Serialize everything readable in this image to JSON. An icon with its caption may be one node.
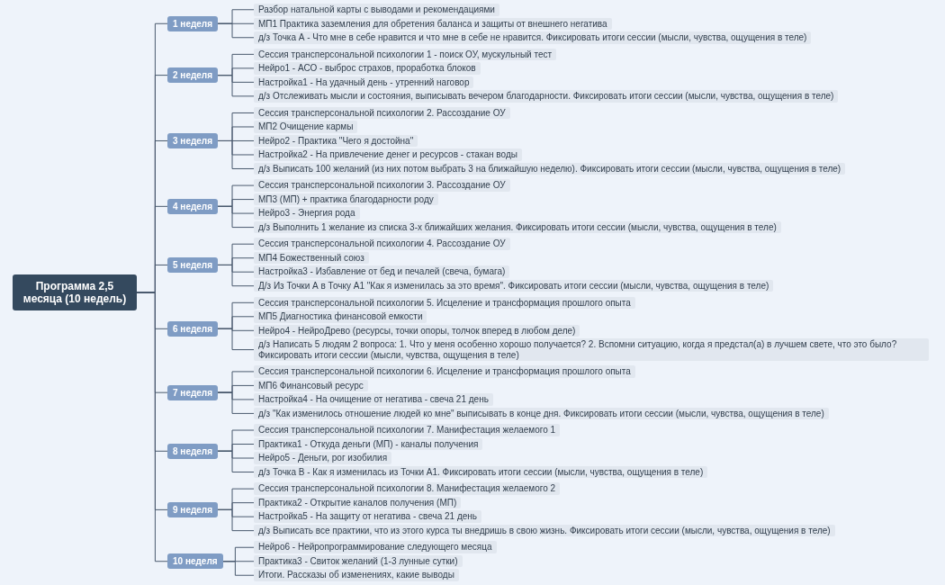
{
  "diagram": {
    "nodes": [
      {
        "text": [
          "Программа 2,5 месяца (10 недель)"
        ]
      },
      {
        "text": [
          "1 неделя"
        ]
      },
      {
        "text": [
          "Разбор натальной карты с выводами и рекомендациями"
        ]
      },
      {
        "text": [
          "МП1 Практика заземления для обретения баланса и защиты от внешнего негатива"
        ]
      },
      {
        "text": [
          "д/з Точка А - Что мне в себе нравится и что мне в себе не нравится. Фиксировать итоги сессии (мысли, чувства, ощущения в теле)"
        ]
      },
      {
        "text": [
          "2 неделя"
        ]
      },
      {
        "text": [
          "Сессия трансперсональной психологии 1 - поиск ОУ, мускульный тест"
        ]
      },
      {
        "text": [
          "Нейро1 - АСО - выброс страхов, проработка блоков"
        ]
      },
      {
        "text": [
          "Настройка1 - На удачный день - утренний наговор"
        ]
      },
      {
        "text": [
          "д/з Отслеживать мысли и состояния, выписывать вечером благодарности. Фиксировать итоги сессии (мысли, чувства, ощущения в теле)"
        ]
      },
      {
        "text": [
          "3 неделя"
        ]
      },
      {
        "text": [
          "Сессия трансперсональной психологии 2. Рассоздание ОУ"
        ]
      },
      {
        "text": [
          "МП2 Очищение кармы"
        ]
      },
      {
        "text": [
          "Нейро2 - Практика \"Чего я достойна\""
        ]
      },
      {
        "text": [
          "Настройка2 - На привлечение денег и ресурсов - стакан воды"
        ]
      },
      {
        "text": [
          "д/з Выписать 100 желаний (из них потом выбрать 3 на ближайшую неделю). Фиксировать итоги сессии (мысли, чувства, ощущения в теле)"
        ]
      },
      {
        "text": [
          "4 неделя"
        ]
      },
      {
        "text": [
          "Сессия трансперсональной психологии 3. Рассоздание ОУ"
        ]
      },
      {
        "text": [
          "МП3 (МП) + практика благодарности роду"
        ]
      },
      {
        "text": [
          "Нейро3 - Энергия рода"
        ]
      },
      {
        "text": [
          "д/з Выполнить 1 желание из списка 3-х ближайших желания. Фиксировать итоги сессии (мысли, чувства, ощущения в теле)"
        ]
      },
      {
        "text": [
          "5 неделя"
        ]
      },
      {
        "text": [
          "Сессия трансперсональной психологии 4. Рассоздание ОУ"
        ]
      },
      {
        "text": [
          "МП4 Божественный союз"
        ]
      },
      {
        "text": [
          "Настройка3 - Избавление от бед и печалей (свеча, бумага)"
        ]
      },
      {
        "text": [
          "Д/з Из Точки А в Точку А1 \"Как я изменилась за это время\". Фиксировать итоги сессии (мысли, чувства, ощущения в теле)"
        ]
      },
      {
        "text": [
          "6 неделя"
        ]
      },
      {
        "text": [
          "Сессия трансперсональной психологии 5. Исцеление и трансформация прошлого опыта"
        ]
      },
      {
        "text": [
          "МП5 Диагностика финансовой емкости"
        ]
      },
      {
        "text": [
          "Нейро4 - НейроДрево (ресурсы, точки опоры, толчок вперед в любом деле)"
        ]
      },
      {
        "text": [
          "д/з Написать 5 людям 2 вопроса: 1. Что у меня особенно хорошо получается? 2. Вспомни ситуацию, когда я предстал(а) в лучшем свете, что это было? Фиксировать итоги сессии (мысли, чувства, ощущения в теле)"
        ]
      },
      {
        "text": [
          "7 неделя"
        ]
      },
      {
        "text": [
          "Сессия трансперсональной психологии 6. Исцеление и трансформация прошлого опыта"
        ]
      },
      {
        "text": [
          "МП6 Финансовый ресурс"
        ]
      },
      {
        "text": [
          "Настройка4 - На очищение от негатива - свеча 21 день"
        ]
      },
      {
        "text": [
          "д/з \"Как изменилось отношение людей ко мне\" выписывать в конце дня. Фиксировать итоги сессии (мысли, чувства, ощущения в теле)"
        ]
      },
      {
        "text": [
          "8 неделя"
        ]
      },
      {
        "text": [
          "Сессия трансперсональной психологии 7. Манифестация желаемого 1"
        ]
      },
      {
        "text": [
          "Практика1 - Откуда деньги (МП) - каналы получения"
        ]
      },
      {
        "text": [
          "Нейро5 - Деньги, рог изобилия"
        ]
      },
      {
        "text": [
          "д/з Точка В - Как я изменилась из Точки А1. Фиксировать итоги сессии (мысли, чувства, ощущения в теле)"
        ]
      },
      {
        "text": [
          "9 неделя"
        ]
      },
      {
        "text": [
          "Сессия трансперсональной психологии 8. Манифестация желаемого 2"
        ]
      },
      {
        "text": [
          "Практика2 - Открытие каналов получения (МП)"
        ]
      },
      {
        "text": [
          "Настройка5 - На защиту от негатива - свеча 21 день"
        ]
      },
      {
        "text": [
          "д/з Выписать все практики, что из этого курса ты внедришь в свою жизнь. Фиксировать итоги сессии (мысли, чувства, ощущения в теле)"
        ]
      },
      {
        "text": [
          "10 неделя"
        ]
      },
      {
        "text": [
          "Нейро6 - Нейропрограммирование следующего месяца"
        ]
      },
      {
        "text": [
          "Практика3 - Свиток желаний (1-3 лунные сутки)"
        ]
      },
      {
        "text": [
          "Итоги. Рассказы об изменениях, какие выводы"
        ]
      }
    ],
    "edges": [
      {
        "from": 0,
        "to": 1,
        "arrow": "none"
      },
      {
        "from": 1,
        "to": 2,
        "arrow": "none"
      },
      {
        "from": 1,
        "to": 3,
        "arrow": "none"
      },
      {
        "from": 1,
        "to": 4,
        "arrow": "none"
      },
      {
        "from": 0,
        "to": 5,
        "arrow": "none"
      },
      {
        "from": 5,
        "to": 6,
        "arrow": "none"
      },
      {
        "from": 5,
        "to": 7,
        "arrow": "none"
      },
      {
        "from": 5,
        "to": 8,
        "arrow": "none"
      },
      {
        "from": 5,
        "to": 9,
        "arrow": "none"
      },
      {
        "from": 0,
        "to": 10,
        "arrow": "none"
      },
      {
        "from": 10,
        "to": 11,
        "arrow": "none"
      },
      {
        "from": 10,
        "to": 12,
        "arrow": "none"
      },
      {
        "from": 10,
        "to": 13,
        "arrow": "none"
      },
      {
        "from": 10,
        "to": 14,
        "arrow": "none"
      },
      {
        "from": 10,
        "to": 15,
        "arrow": "none"
      },
      {
        "from": 0,
        "to": 16,
        "arrow": "none"
      },
      {
        "from": 16,
        "to": 17,
        "arrow": "none"
      },
      {
        "from": 16,
        "to": 18,
        "arrow": "none"
      },
      {
        "from": 16,
        "to": 19,
        "arrow": "none"
      },
      {
        "from": 16,
        "to": 20,
        "arrow": "none"
      },
      {
        "from": 0,
        "to": 21,
        "arrow": "none"
      },
      {
        "from": 21,
        "to": 22,
        "arrow": "none"
      },
      {
        "from": 21,
        "to": 23,
        "arrow": "none"
      },
      {
        "from": 21,
        "to": 24,
        "arrow": "none"
      },
      {
        "from": 21,
        "to": 25,
        "arrow": "none"
      },
      {
        "from": 0,
        "to": 26,
        "arrow": "none"
      },
      {
        "from": 26,
        "to": 27,
        "arrow": "none"
      },
      {
        "from": 26,
        "to": 28,
        "arrow": "none"
      },
      {
        "from": 26,
        "to": 29,
        "arrow": "none"
      },
      {
        "from": 26,
        "to": 30,
        "arrow": "none"
      },
      {
        "from": 0,
        "to": 31,
        "arrow": "none"
      },
      {
        "from": 31,
        "to": 32,
        "arrow": "none"
      },
      {
        "from": 31,
        "to": 33,
        "arrow": "none"
      },
      {
        "from": 31,
        "to": 34,
        "arrow": "none"
      },
      {
        "from": 31,
        "to": 35,
        "arrow": "none"
      },
      {
        "from": 0,
        "to": 36,
        "arrow": "none"
      },
      {
        "from": 36,
        "to": 37,
        "arrow": "none"
      },
      {
        "from": 36,
        "to": 38,
        "arrow": "none"
      },
      {
        "from": 36,
        "to": 39,
        "arrow": "none"
      },
      {
        "from": 36,
        "to": 40,
        "arrow": "none"
      },
      {
        "from": 0,
        "to": 41,
        "arrow": "none"
      },
      {
        "from": 41,
        "to": 42,
        "arrow": "none"
      },
      {
        "from": 41,
        "to": 43,
        "arrow": "none"
      },
      {
        "from": 41,
        "to": 44,
        "arrow": "none"
      },
      {
        "from": 41,
        "to": 45,
        "arrow": "none"
      },
      {
        "from": 0,
        "to": 46,
        "arrow": "none"
      },
      {
        "from": 46,
        "to": 47,
        "arrow": "none"
      },
      {
        "from": 46,
        "to": 48,
        "arrow": "none"
      },
      {
        "from": 46,
        "to": 49,
        "arrow": "none"
      }
    ]
  }
}
